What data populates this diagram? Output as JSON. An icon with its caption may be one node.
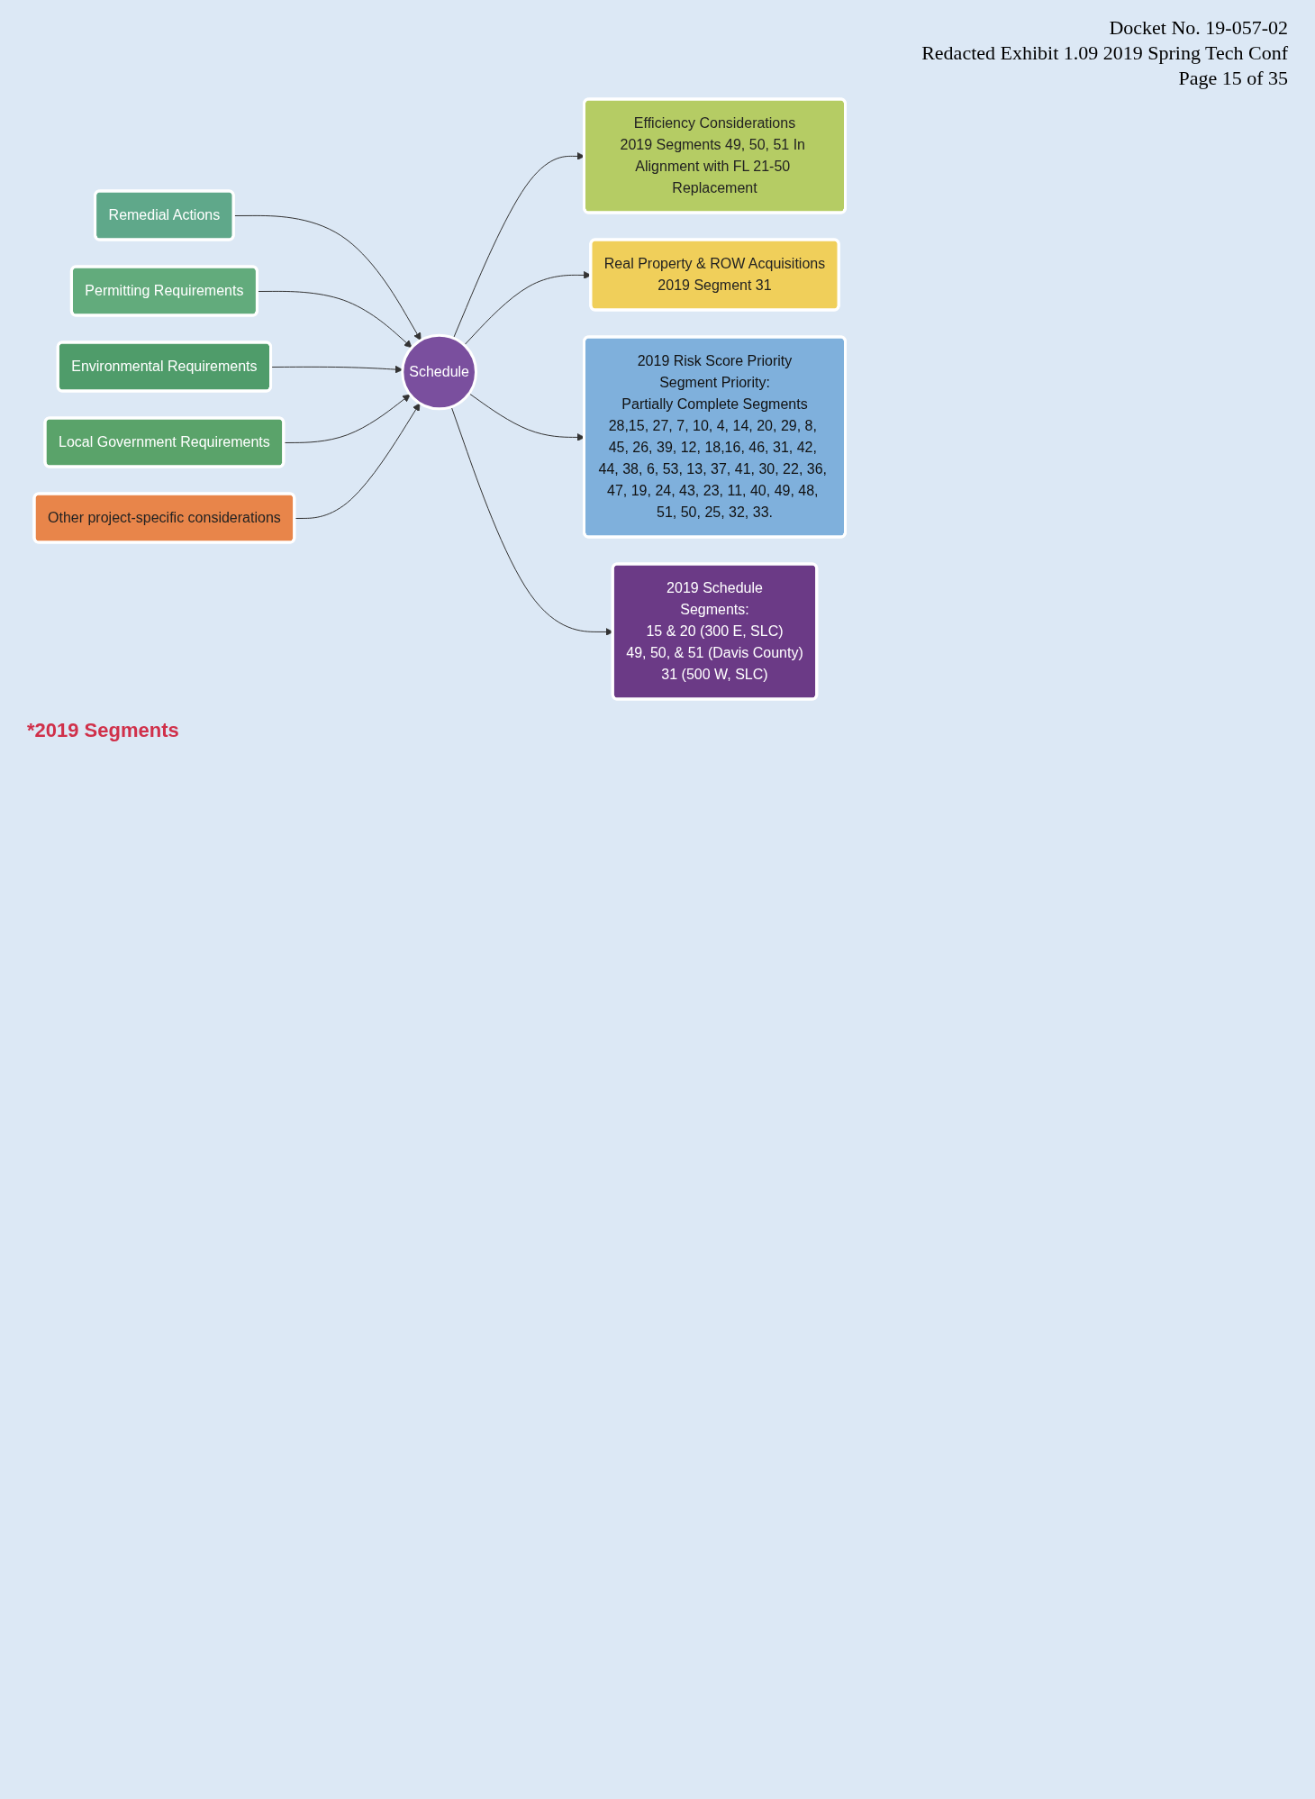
{
  "diagram": {
    "nodes": [
      {
        "text": [
          "Schedule"
        ]
      },
      {
        "text": [
          "Remedial Actions"
        ]
      },
      {
        "text": [
          "Permitting Requirements"
        ]
      },
      {
        "text": [
          "Environmental Requirements"
        ]
      },
      {
        "text": [
          "Local Government Requirements"
        ]
      },
      {
        "text": [
          "Efficiency Considerations",
          "2019 Segments 49, 50, 51 In Alignment with FL 21-50 Replacement"
        ]
      },
      {
        "text": [
          "Real Property & ROW Acquisitions",
          "2019 Segment 31"
        ]
      },
      {
        "text": [
          "Other project-specific considerations"
        ]
      },
      {
        "text": [
          "2019 Risk Score Priority",
          "Segment Priority:",
          "Partially Complete Segments",
          "28,15, 27, 7, 10, 4, 14, 20, 29, 8, 45, 26, 39, 12, 18,16, 46, 31, 42, 44, 38, 6, 53, 13, 37, 41, 30, 22, 36, 47, 19, 24, 43, 23, 11, 40, 49, 48, 51, 50, 25, 32, 33."
        ]
      },
      {
        "text": [
          "2019 Schedule",
          "Segments:",
          "15 & 20 (300 E, SLC)",
          "49, 50, & 51 (Davis County)",
          "31 (500 W, SLC)"
        ]
      }
    ],
    "edges": [
      {
        "from": 1,
        "to": 0,
        "arrow": "to"
      },
      {
        "from": 2,
        "to": 0,
        "arrow": "to"
      },
      {
        "from": 3,
        "to": 0,
        "arrow": "to"
      },
      {
        "from": 4,
        "to": 0,
        "arrow": "to"
      },
      {
        "from": 0,
        "to": 5,
        "arrow": "to"
      },
      {
        "from": 0,
        "to": 6,
        "arrow": "to"
      },
      {
        "from": 7,
        "to": 0,
        "arrow": "to"
      },
      {
        "from": 0,
        "to": 8,
        "arrow": "to"
      },
      {
        "from": 0,
        "to": 9,
        "arrow": "to"
      }
    ],
    "labels": [
      "Docket No. 19-057-02",
      "Redacted Exhibit 1.09 2019 Spring Tech Conf",
      "Page 15 of 35",
      "*2019 Segments"
    ]
  }
}
